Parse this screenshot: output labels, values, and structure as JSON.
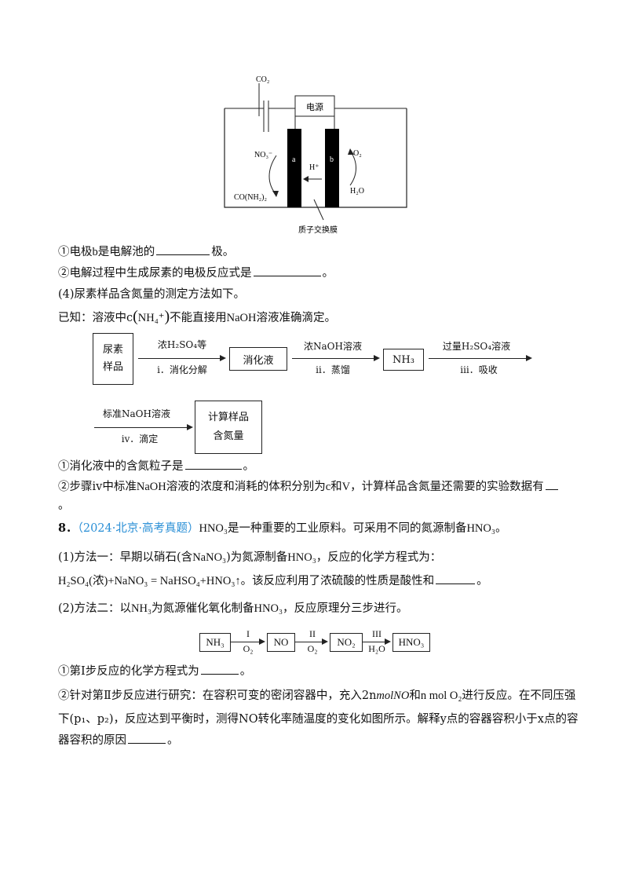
{
  "cell": {
    "co2": "CO₂",
    "power": "电源",
    "no3": "NO₃⁻",
    "electrode_a": "a",
    "electrode_b": "b",
    "hplus": "H⁺",
    "o2": "O₂",
    "urea": "CO(NH₂)₂",
    "h2o": "H₂O",
    "membrane": "质子交换膜"
  },
  "q1": {
    "prefix": "①电极",
    "var": "b",
    "mid": "是电解池的",
    "suffix": "极。"
  },
  "q2": {
    "text": "②电解过程中生成尿素的电极反应式是",
    "suffix": "。"
  },
  "q4": {
    "text": "(4)尿素样品含氮量的测定方法如下。"
  },
  "known": {
    "prefix": "已知：溶液中c",
    "ion": "NH₄⁺",
    "mid": "不能直接用",
    "reagent": "NaOH",
    "suffix": "溶液准确滴定。"
  },
  "flow1": {
    "box1_line1": "尿素",
    "box1_line2": "样品",
    "arrow1_top": "浓H₂SO₄等",
    "arrow1_bottom": "ⅰ．消化分解",
    "box2": "消化液",
    "arrow2_top": "浓NaOH溶液",
    "arrow2_bottom": "ⅱ．蒸馏",
    "box3": "NH₃",
    "arrow3_top": "过量H₂SO₄溶液",
    "arrow3_bottom": "ⅲ．吸收",
    "arrow4_top": "标准NaOH溶液",
    "arrow4_bottom": "ⅳ．滴定",
    "box4_line1": "计算样品",
    "box4_line2": "含氮量"
  },
  "q5": {
    "text": "①消化液中的含氮粒子是",
    "suffix": "。"
  },
  "q6": {
    "prefix": "②步骤ⅳ中标准",
    "reagent": "NaOH",
    "mid1": "溶液的浓度和消耗的体积分别为",
    "c": "c",
    "and": "和",
    "v": "V",
    "mid2": "，计算样品含氮量还需要的实验数据有",
    "suffix": "。"
  },
  "p8": {
    "num": "8．",
    "source": "（2024·北京·高考真题）",
    "formula": "HNO₃",
    "text": "是一种重要的工业原料。可采用不同的氮源制备",
    "formula2": "HNO₃",
    "suffix": "。"
  },
  "m1": {
    "prefix": "(1)方法一：早期以硝石(含",
    "salt": "NaNO₃",
    "mid": ")为氮源制备",
    "product": "HNO₃",
    "suffix": "，反应的化学方程式为："
  },
  "eq1": {
    "equation": "H₂SO₄(浓)+NaNO₃ = NaHSO₄+HNO₃↑",
    "text": "。该反应利用了浓硫酸的性质是酸性和",
    "suffix": "。"
  },
  "m2": {
    "prefix": "(2)方法二：以",
    "source": "NH₃",
    "mid": "为氮源催化氧化制备",
    "product": "HNO₃",
    "suffix": "，反应原理分三步进行。"
  },
  "flow2": {
    "box1": "NH₃",
    "s1_top": "I",
    "s1_bottom": "O₂",
    "box2": "NO",
    "s2_top": "II",
    "s2_bottom": "O₂",
    "box3": "NO₂",
    "s3_top": "III",
    "s3_bottom": "H₂O",
    "box4": "HNO₃"
  },
  "s1": {
    "text": "①第Ⅰ步反应的化学方程式为",
    "suffix": "。"
  },
  "s2": {
    "text": "②针对第Ⅱ步反应进行研究：在容积可变的密闭容器中，充入2n",
    "mol_no": "molNO",
    "and": "和",
    "n": "n",
    "mol": " mol O₂",
    "tail": "进行反应。在不同压强"
  },
  "s3": {
    "text": "下(p₁、p₂)，反应达到平衡时，测得NO转化率随温度的变化如图所示。解释y点的容器容积小于x点的容"
  },
  "s4": {
    "text": "器容积的原因",
    "suffix": "。"
  }
}
